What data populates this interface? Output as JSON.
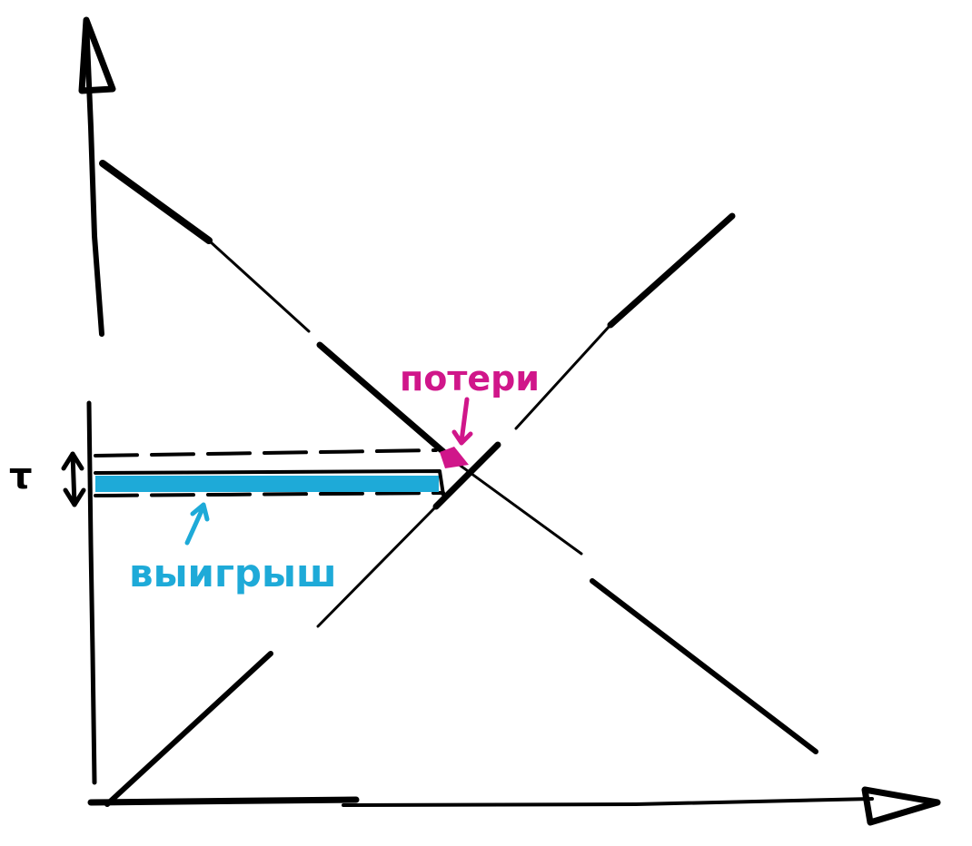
{
  "labels": {
    "tax": "τ",
    "losses": "потери",
    "gains": "выигрыш"
  },
  "colors": {
    "ink": "#000000",
    "losses": "#d0168a",
    "gains": "#1eaad8"
  }
}
